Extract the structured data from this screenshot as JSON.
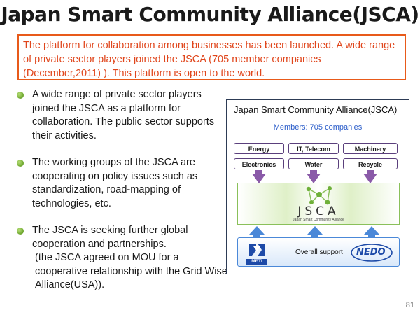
{
  "slide": {
    "title": "Japan Smart Community Alliance(JSCA)",
    "callout": "The platform for collaboration among businesses has been launched. A wide range of private sector players joined the JSCA (705 member companies (December,2011) ). This platform is open to the world.",
    "page_number": "81"
  },
  "bullets": [
    {
      "lines": [
        "A wide range of private sector players joined the JSCA as a platform for collaboration. The public sector supports their activities."
      ]
    },
    {
      "lines": [
        "The working groups of the JSCA are cooperating on policy issues such as standardization, road-mapping of technologies, etc."
      ]
    },
    {
      "lines": [
        "The JSCA is seeking further  global cooperation and partnerships.",
        "(the JSCA agreed on MOU for a cooperative relationship with the Grid Wise Alliance(USA))."
      ]
    }
  ],
  "diagram": {
    "title": "Japan Smart Community Alliance(JSCA)",
    "members": "Members:  705 companies",
    "categories": [
      "Energy",
      "IT, Telecom",
      "Machinery",
      "Electronics",
      "Water",
      "Recycle"
    ],
    "jsca_logo_text": "JSCA",
    "jsca_logo_sub": "Japan Smart Community Alliance",
    "support_label": "Overall support",
    "meti_logo": "METI",
    "nedo_logo": "NEDO",
    "colors": {
      "category_border": "#5a3f7c",
      "down_arrow": "#8a5aa8",
      "up_arrow": "#4a88d8",
      "logo_green": "#8ac05a",
      "agency_blue": "#1d4aa8"
    }
  }
}
